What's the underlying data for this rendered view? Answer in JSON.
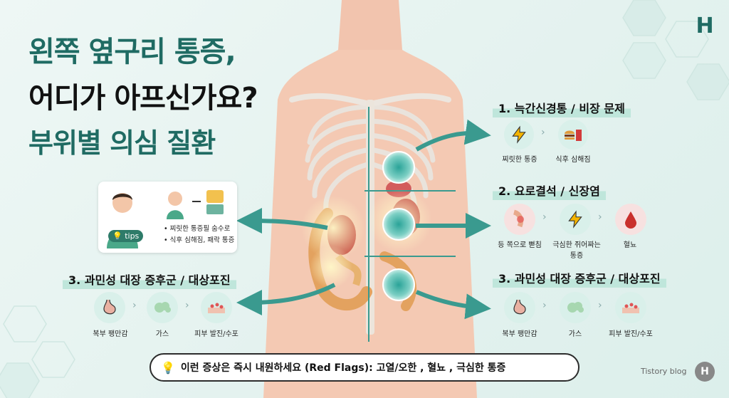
{
  "title": {
    "line1": "왼쪽 옆구리 통증,",
    "line2": "어디가 아프신가요?",
    "line3": "부위별 의심 질환"
  },
  "logo": {
    "letter": "H"
  },
  "sections": {
    "s1": {
      "header": "1. 늑간신경통 / 비장 문제",
      "items": [
        {
          "icon": "lightning-icon",
          "label": "찌릿한 통증"
        },
        {
          "icon": "burger-drink-icon",
          "label": "식후 심해짐"
        }
      ]
    },
    "s2": {
      "header": "2. 요로결석 / 신장염",
      "items": [
        {
          "icon": "back-pain-icon",
          "label": "등 쪽으로 뻗침"
        },
        {
          "icon": "lightning-icon",
          "label": "극심한 쥐어짜는\n통증"
        },
        {
          "icon": "blood-drop-icon",
          "label": "혈뇨"
        }
      ]
    },
    "s3_right": {
      "header": "3. 과민성 대장 증후군 / 대상포진",
      "items": [
        {
          "icon": "stomach-icon",
          "label": "복부 팽만감"
        },
        {
          "icon": "gas-icon",
          "label": "가스"
        },
        {
          "icon": "skin-rash-icon",
          "label": "피부 발진/수포"
        }
      ]
    },
    "s3_left": {
      "header": "3. 과민성 대장 증후군 / 대상포진",
      "items": [
        {
          "icon": "stomach-icon",
          "label": "복부 팽만감"
        },
        {
          "icon": "gas-icon",
          "label": "가스"
        },
        {
          "icon": "skin-rash-icon",
          "label": "피부 발진/수포"
        }
      ]
    }
  },
  "tips": {
    "badge": "tips",
    "line1": "• 찌릿한 통증필 숨수로",
    "line2": "• 식후 심해짐, 패락 통증"
  },
  "red_flags": {
    "text": "이런 증상은 즉시 내원하세요 (Red Flags): 고열/오한 , 혈뇨 , 극심한 통증"
  },
  "footer": {
    "blog": "Tistory blog",
    "logo_letter": "H"
  },
  "colors": {
    "accent": "#1f6b63",
    "teal_arrow": "#3a9a8f",
    "highlight": "#bfe6db",
    "skin": "#f4c9b3",
    "red": "#c9302c"
  }
}
